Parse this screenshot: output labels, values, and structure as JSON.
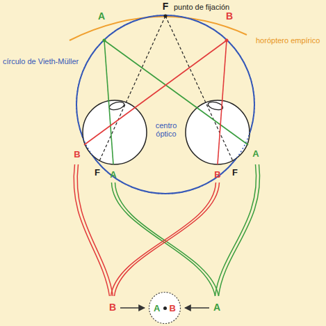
{
  "diagram": {
    "nodes": [
      {
        "text": [
          "A",
          "B"
        ]
      }
    ],
    "labels": [
      "F",
      "punto de fijación",
      "A",
      "B",
      "horóptero empírico",
      "círculo de Vieth-Müller",
      "centro óptico",
      "B",
      "F",
      "A",
      "A",
      "B",
      "F",
      "B",
      "A"
    ]
  }
}
